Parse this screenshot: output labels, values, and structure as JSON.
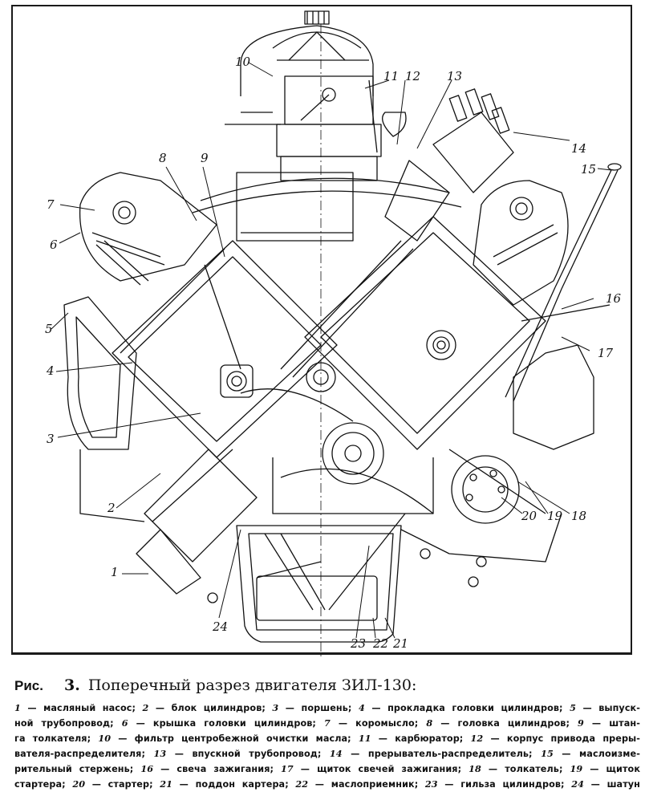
{
  "figure": {
    "label": "Рис.",
    "number": "3.",
    "title": "Поперечный разрез двигателя ЗИЛ-130:"
  },
  "callouts": [
    "1",
    "2",
    "3",
    "4",
    "5",
    "6",
    "7",
    "8",
    "9",
    "10",
    "11",
    "12",
    "13",
    "14",
    "15",
    "16",
    "17",
    "18",
    "19",
    "20",
    "21",
    "22",
    "23",
    "24"
  ],
  "legend": [
    {
      "n": "1",
      "text": "масляный насос"
    },
    {
      "n": "2",
      "text": "блок цилиндров"
    },
    {
      "n": "3",
      "text": "поршень"
    },
    {
      "n": "4",
      "text": "прокладка головки цилиндров"
    },
    {
      "n": "5",
      "text": "выпускной трубопровод"
    },
    {
      "n": "6",
      "text": "крышка головки цилиндров"
    },
    {
      "n": "7",
      "text": "коромысло"
    },
    {
      "n": "8",
      "text": "головка цилиндров"
    },
    {
      "n": "9",
      "text": "штанга толкателя"
    },
    {
      "n": "10",
      "text": "фильтр центробежной очистки масла"
    },
    {
      "n": "11",
      "text": "карбюратор"
    },
    {
      "n": "12",
      "text": "корпус привода прерывателя-распределителя"
    },
    {
      "n": "13",
      "text": "впускной трубопровод"
    },
    {
      "n": "14",
      "text": "прерыватель-распределитель"
    },
    {
      "n": "15",
      "text": "маслоизмерительный стержень"
    },
    {
      "n": "16",
      "text": "свеча зажигания"
    },
    {
      "n": "17",
      "text": "щиток свечей зажигания"
    },
    {
      "n": "18",
      "text": "толкатель"
    },
    {
      "n": "19",
      "text": "щиток стартера"
    },
    {
      "n": "20",
      "text": "стартер"
    },
    {
      "n": "21",
      "text": "поддон картера"
    },
    {
      "n": "22",
      "text": "маслоприемник"
    },
    {
      "n": "23",
      "text": "гильза цилиндров"
    },
    {
      "n": "24",
      "text": "шатун"
    }
  ],
  "legend_lines": [
    [
      {
        "n": "1",
        "t": " — масляный насос; "
      },
      {
        "n": "2",
        "t": " — блок цилиндров; "
      },
      {
        "n": "3",
        "t": " — поршень; "
      },
      {
        "n": "4",
        "t": " — прокладка головки цилиндров; "
      },
      {
        "n": "5",
        "t": " — выпуск-"
      }
    ],
    [
      {
        "n": "",
        "t": "ной трубопровод; "
      },
      {
        "n": "6",
        "t": " — крышка головки цилиндров; "
      },
      {
        "n": "7",
        "t": " — коромысло; "
      },
      {
        "n": "8",
        "t": " — головка цилиндров; "
      },
      {
        "n": "9",
        "t": " — штан-"
      }
    ],
    [
      {
        "n": "",
        "t": "га толкателя; "
      },
      {
        "n": "10",
        "t": " — фильтр центробежной очистки масла; "
      },
      {
        "n": "11",
        "t": " — карбюратор; "
      },
      {
        "n": "12",
        "t": " — корпус привода преры-"
      }
    ],
    [
      {
        "n": "",
        "t": "вателя-распределителя; "
      },
      {
        "n": "13",
        "t": " — впускной трубопровод; "
      },
      {
        "n": "14",
        "t": " — прерыватель-распределитель; "
      },
      {
        "n": "15",
        "t": " — маслоизме-"
      }
    ],
    [
      {
        "n": "",
        "t": "рительный стержень; "
      },
      {
        "n": "16",
        "t": " — свеча зажигания; "
      },
      {
        "n": "17",
        "t": " — щиток свечей зажигания; "
      },
      {
        "n": "18",
        "t": " — толкатель; "
      },
      {
        "n": "19",
        "t": " — щиток"
      }
    ],
    [
      {
        "n": "",
        "t": "стартера; "
      },
      {
        "n": "20",
        "t": " — стартер; "
      },
      {
        "n": "21",
        "t": " — поддон картера; "
      },
      {
        "n": "22",
        "t": " — маслоприемник; "
      },
      {
        "n": "23",
        "t": " — гильза цилиндров; "
      },
      {
        "n": "24",
        "t": " — шатун"
      }
    ]
  ],
  "colors": {
    "ink": "#111111",
    "paper": "#ffffff"
  }
}
